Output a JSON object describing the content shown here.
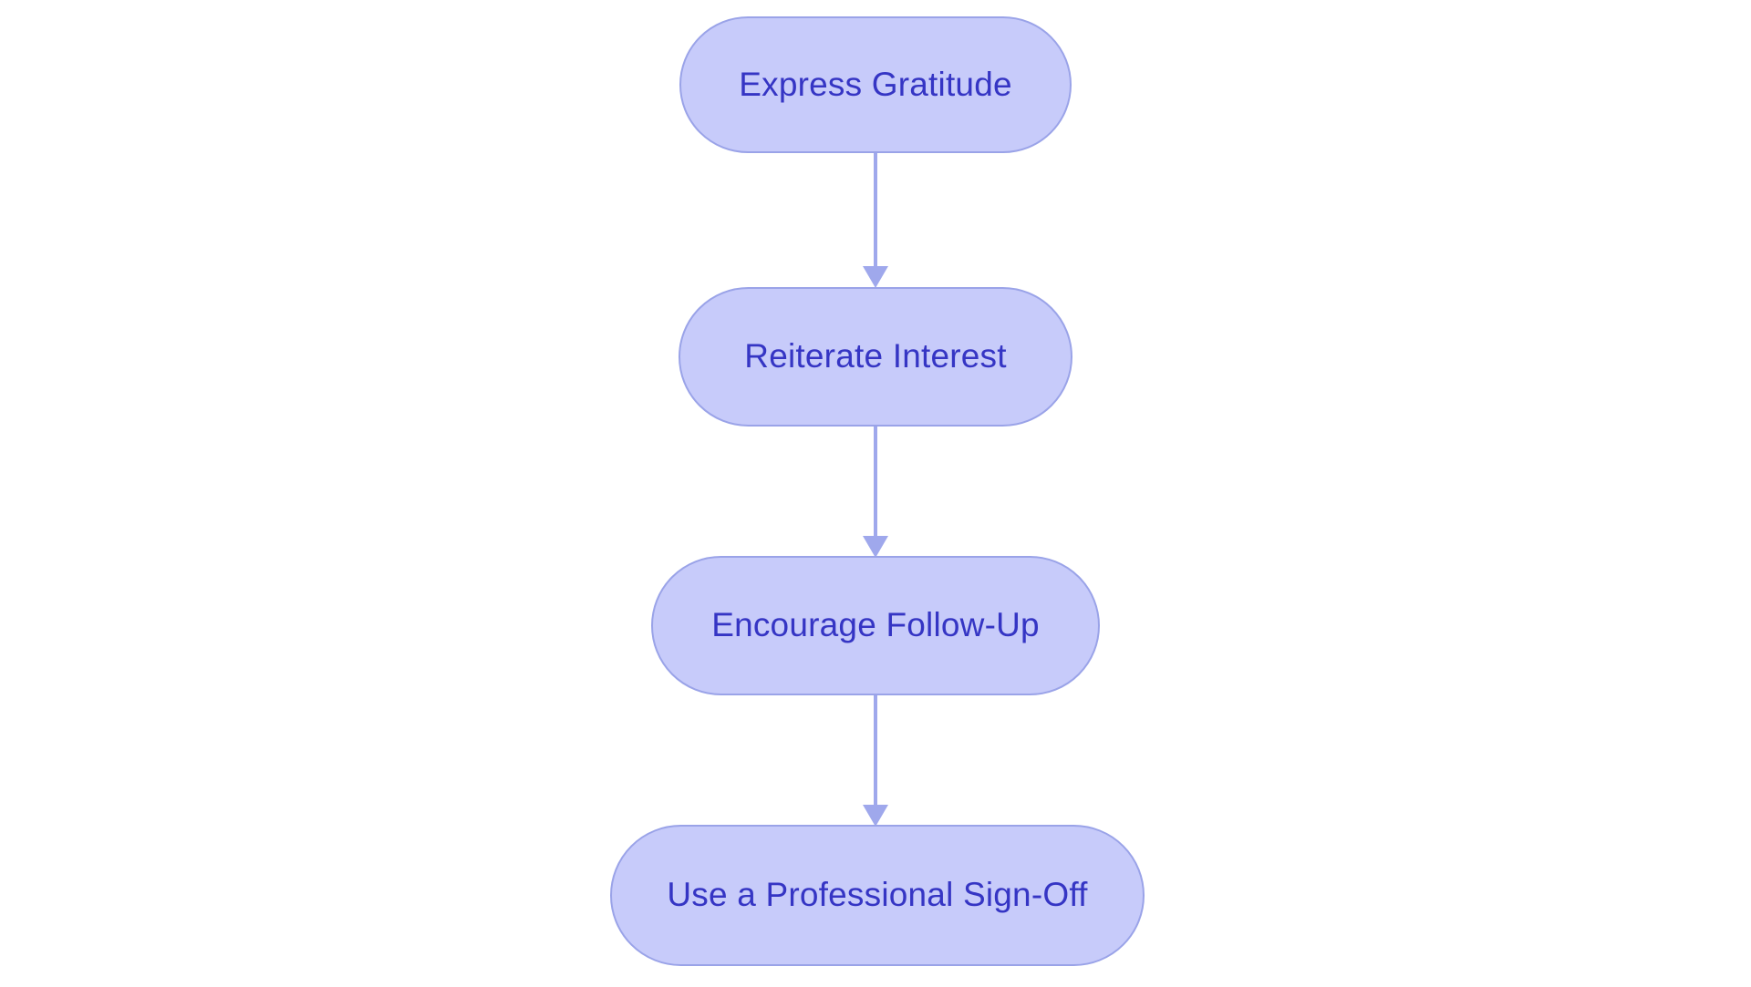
{
  "diagram": {
    "type": "flowchart",
    "orientation": "top-to-bottom",
    "background_color": "#ffffff",
    "node_fill_color": "#c7cbfa",
    "node_border_color": "#9aa3e8",
    "node_text_color": "#3535c4",
    "edge_color": "#9fa8ec",
    "node_shape": "stadium",
    "nodes": [
      {
        "id": "n1",
        "label": "Express Gratitude"
      },
      {
        "id": "n2",
        "label": "Reiterate Interest"
      },
      {
        "id": "n3",
        "label": "Encourage Follow-Up"
      },
      {
        "id": "n4",
        "label": "Use a Professional Sign-Off"
      }
    ],
    "edges": [
      {
        "from": "n1",
        "to": "n2",
        "arrow": "arrow-down-icon"
      },
      {
        "from": "n2",
        "to": "n3",
        "arrow": "arrow-down-icon"
      },
      {
        "from": "n3",
        "to": "n4",
        "arrow": "arrow-down-icon"
      }
    ]
  }
}
